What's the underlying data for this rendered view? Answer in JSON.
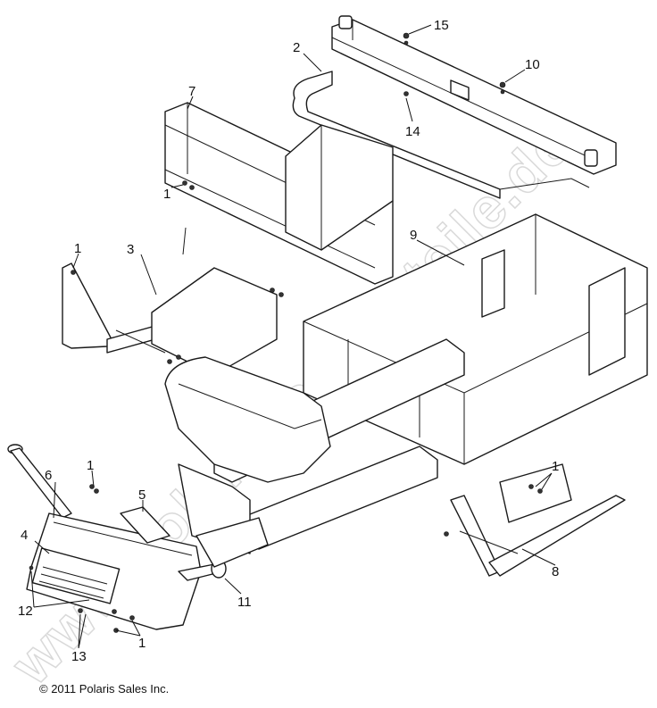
{
  "watermark": "www.polaris-ersatzteile.de",
  "copyright": "© 2011 Polaris Sales Inc.",
  "callouts": [
    {
      "id": "c15",
      "text": "15"
    },
    {
      "id": "c2",
      "text": "2"
    },
    {
      "id": "c10",
      "text": "10"
    },
    {
      "id": "c7",
      "text": "7"
    },
    {
      "id": "c14",
      "text": "14"
    },
    {
      "id": "c1a",
      "text": "1"
    },
    {
      "id": "c1b",
      "text": "1"
    },
    {
      "id": "c3",
      "text": "3"
    },
    {
      "id": "c9",
      "text": "9"
    },
    {
      "id": "c6",
      "text": "6"
    },
    {
      "id": "c1c",
      "text": "1"
    },
    {
      "id": "c1d",
      "text": "1"
    },
    {
      "id": "c5",
      "text": "5"
    },
    {
      "id": "c4",
      "text": "4"
    },
    {
      "id": "c12",
      "text": "12"
    },
    {
      "id": "c11",
      "text": "11"
    },
    {
      "id": "c8",
      "text": "8"
    },
    {
      "id": "c1e",
      "text": "1"
    },
    {
      "id": "c13",
      "text": "13"
    }
  ]
}
